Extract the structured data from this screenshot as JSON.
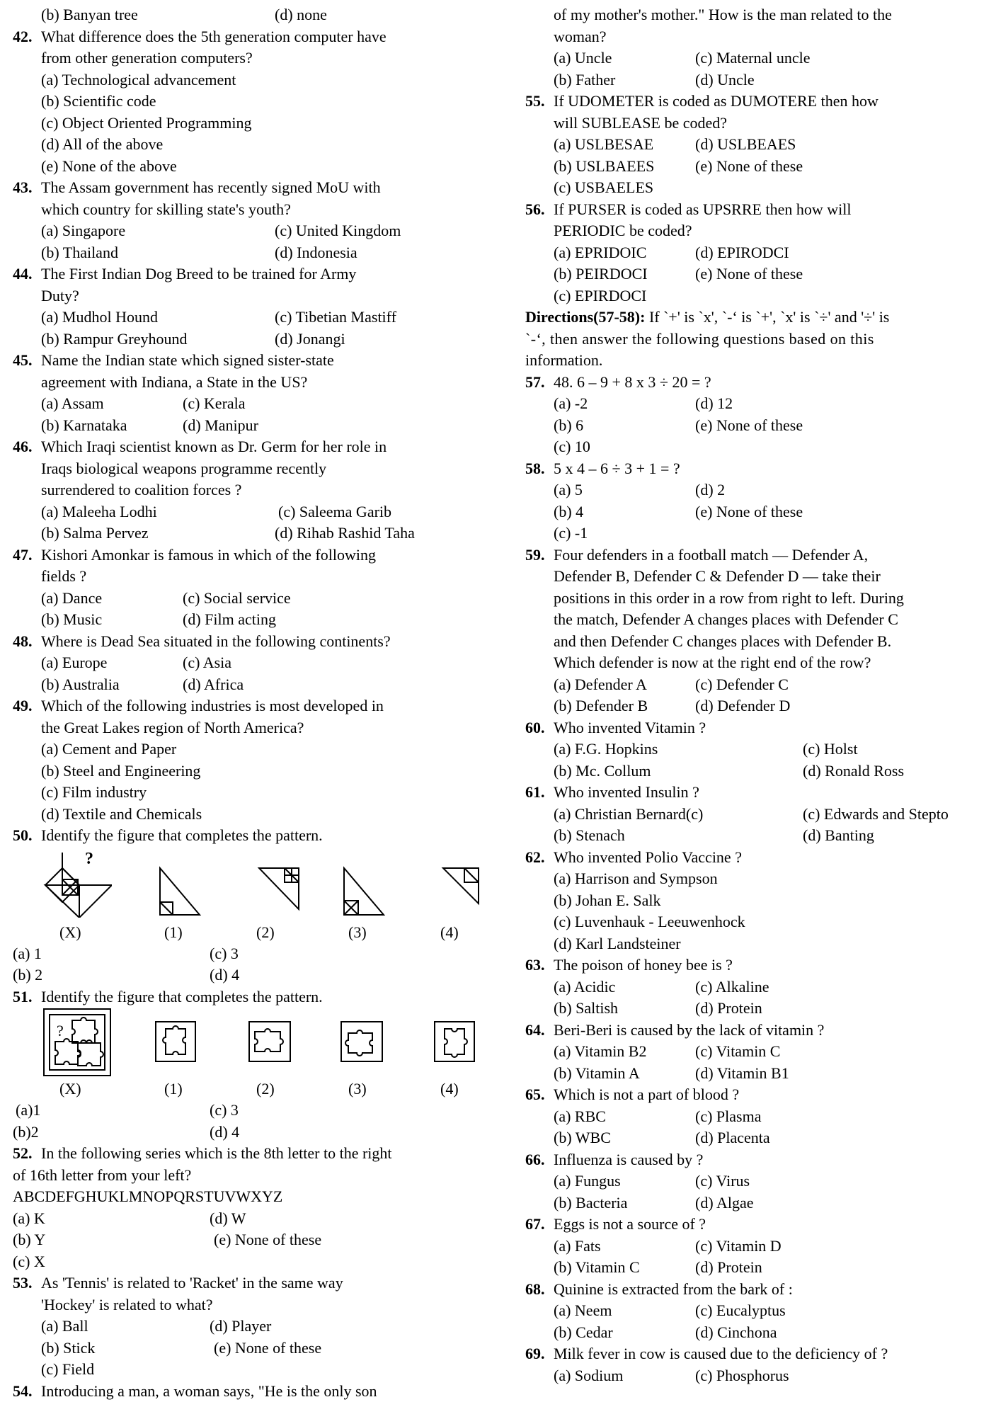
{
  "left_column": {
    "top_options": {
      "b": "(b)  Banyan tree",
      "d": "(d)  none"
    },
    "q42": {
      "num": "42.",
      "text1": "What difference does the 5th generation computer have",
      "text2": "from other generation computers?",
      "options": [
        "(a)  Technological advancement",
        "(b)  Scientific code",
        "(c)  Object Oriented Programming",
        "(d)  All of the above",
        "(e)  None of the above"
      ]
    },
    "q43": {
      "num": "43.",
      "text1": "The Assam government has recently signed MoU with",
      "text2": "which country for skilling state's youth?",
      "a": "(a)  Singapore",
      "c": "(c) United Kingdom",
      "b": "(b)  Thailand",
      "d": "(d)  Indonesia"
    },
    "q44": {
      "num": "44.",
      "text1": "The First Indian Dog Breed to be trained for Army",
      "text2": "Duty?",
      "a": "(a)  Mudhol Hound",
      "c": "(c)  Tibetian Mastiff",
      "b": "(b)  Rampur Greyhound",
      "d": "(d)  Jonangi"
    },
    "q45": {
      "num": "45.",
      "text1": "Name the Indian state which signed sister-state",
      "text2": "agreement with Indiana, a State in the US?",
      "a": "(a)  Assam",
      "c": "(c)  Kerala",
      "b": "(b)  Karnataka",
      "d": "(d)  Manipur"
    },
    "q46": {
      "num": "46.",
      "text1": "Which Iraqi scientist known as Dr. Germ for her role in",
      "text2": "Iraqs biological weapons programme recently",
      "text3": "surrendered to coalition forces ?",
      "a": "(a)  Maleeha Lodhi",
      "c": "(c)  Saleema Garib",
      "b": "(b)  Salma Pervez",
      "d": "(d)  Rihab Rashid Taha"
    },
    "q47": {
      "num": "47.",
      "text1": "Kishori Amonkar is famous in which of the following",
      "text2": "fields ?",
      "a": "(a)  Dance",
      "c": "(c)  Social service",
      "b": "(b)  Music",
      "d": "(d)  Film acting"
    },
    "q48": {
      "num": "48.",
      "text1": "Where is Dead Sea situated in the following continents?",
      "a": "(a) Europe",
      "c": "(c)  Asia",
      "b": "(b) Australia",
      "d": "(d)  Africa"
    },
    "q49": {
      "num": "49.",
      "text1": "Which of the following industries is most developed in",
      "text2": "the Great Lakes region of North America?",
      "options": [
        "(a) Cement and Paper",
        "(b) Steel and Engineering",
        "(c) Film industry",
        "(d) Textile and Chemicals"
      ]
    },
    "q50": {
      "num": "50.",
      "text1": "Identify the figure that completes the pattern.",
      "qmark": "?",
      "labels": [
        "(X)",
        "(1)",
        "(2)",
        "(3)",
        "(4)"
      ],
      "a": "(a) 1",
      "c": "(c) 3",
      "b": "(b) 2",
      "d": "(d) 4"
    },
    "q51": {
      "num": "51.",
      "text1": "Identify the figure that completes the pattern.",
      "qmark": "?",
      "labels": [
        "(X)",
        "(1)",
        "(2)",
        "(3)",
        "(4)"
      ],
      "a": "(a)1",
      "c": "(c) 3",
      "b": "(b)2",
      "d": "(d) 4"
    },
    "q52": {
      "num": "52.",
      "text1": "In the following series which is the 8th letter to the right",
      "text2": "of 16th letter from your left?",
      "text3": "ABCDEFGHUKLMNOPQRSTUVWXYZ",
      "a": "(a) K",
      "d": "(d) W",
      "b": "(b) Y",
      "e": "(e) None of these",
      "c": "(c) X"
    },
    "q53": {
      "num": "53.",
      "text1": "As 'Tennis' is related to 'Racket' in the same way",
      "text2": "'Hockey' is related to what?",
      "a": "(a) Ball",
      "d": "(d) Player",
      "b": "(b) Stick",
      "e": "(e) None of these",
      "c": "(c) Field"
    },
    "q54": {
      "num": "54.",
      "text1": "Introducing a man, a woman says, \"He is the only son"
    }
  },
  "right_column": {
    "q54_cont": {
      "text1": "of my mother's mother.\" How is the man related to the",
      "text2": "woman?",
      "a": "(a) Uncle",
      "c": "(c) Maternal uncle",
      "b": "(b) Father",
      "d": "(d) Uncle"
    },
    "q55": {
      "num": "55.",
      "text1": "If UDOMETER is coded as DUMOTERE then how",
      "text2": "will SUBLEASE be coded?",
      "a": "(a) USLBESAE",
      "d": "(d) USLBEAES",
      "b": "(b) USLBAEES",
      "e": "(e) None of these",
      "c": "(c) USBAELES"
    },
    "q56": {
      "num": "56.",
      "text1": "If PURSER is coded as UPSRRE then how will",
      "text2": "PERIODIC be coded?",
      "a": "(a) EPRIDOIC",
      "d": "(d) EPIRODCI",
      "b": "(b) PEIRDOCI",
      "e": "(e) None of these",
      "c": "(c) EPIRDOCI"
    },
    "directions": {
      "label": "Directions(57-58):",
      "text1": " If `+' is `x', `-‘ is `+', `x' is `÷' and '÷' is",
      "text2": "`-‘, then answer the following questions based on this",
      "text3": "information."
    },
    "q57": {
      "num": "57.",
      "text1": "48. 6 – 9 + 8 x 3 ÷ 20 = ?",
      "a": "(a)  -2",
      "d": "(d) 12",
      "b": "(b)  6",
      "e": "(e) None of these",
      "c": "(c)  10"
    },
    "q58": {
      "num": "58.",
      "text1": "5 x 4 – 6 ÷ 3 + 1 = ?",
      "a": "(a)  5",
      "d": "(d) 2",
      "b": "(b)  4",
      "e": "(e) None of these",
      "c": "(c)  -1"
    },
    "q59": {
      "num": "59.",
      "lines": [
        "Four defenders in a football match — Defender A,",
        "Defender B, Defender C & Defender D — take their",
        "positions in this order in a row from right to left. During",
        "the match, Defender A changes places with Defender C",
        "and then Defender C changes places with Defender B.",
        "Which defender is now at the right end of the row?"
      ],
      "a": "(a) Defender A",
      "c": "(c) Defender C",
      "b": "(b) Defender B",
      "d": "(d) Defender D"
    },
    "q60": {
      "num": "60.",
      "text1": "Who invented Vitamin ?",
      "a": "(a)  F.G. Hopkins",
      "c": "(c) Holst",
      "b": "(b)  Mc. Collum",
      "d": "(d) Ronald Ross"
    },
    "q61": {
      "num": "61.",
      "text1": "Who invented Insulin ?",
      "a": "(a)  Christian Bernard(c)",
      "c": "(c) Edwards and Stepto",
      "b": "(b)  Stenach",
      "d": "(d) Banting"
    },
    "q62": {
      "num": "62.",
      "text1": "Who invented Polio Vaccine ?",
      "options": [
        "(a)  Harrison and Sympson",
        "(b)  Johan E. Salk",
        "(c)  Luvenhauk - Leeuwenhock",
        "(d)  Karl Landsteiner"
      ]
    },
    "q63": {
      "num": "63.",
      "text1": "The poison of honey bee is ?",
      "a": "(a)  Acidic",
      "c": "(c) Alkaline",
      "b": "(b)  Saltish",
      "d": "(d) Protein"
    },
    "q64": {
      "num": "64.",
      "text1": "Beri-Beri is caused by the lack of vitamin ?",
      "a": "(a)  Vitamin B2",
      "c": "(c) Vitamin C",
      "b": "(b)  Vitamin A",
      "d": "(d) Vitamin B1"
    },
    "q65": {
      "num": "65.",
      "text1": "Which is not a part of blood ?",
      "a": "(a)  RBC",
      "c": "(c) Plasma",
      "b": "(b)  WBC",
      "d": "(d) Placenta"
    },
    "q66": {
      "num": "66.",
      "text1": "Influenza is caused by ?",
      "a": "(a)  Fungus",
      "c": "(c) Virus",
      "b": "(b)  Bacteria",
      "d": "(d) Algae"
    },
    "q67": {
      "num": "67.",
      "text1": "Eggs is not a source of ?",
      "a": "(a)  Fats",
      "c": "(c) Vitamin D",
      "b": "(b)  Vitamin C",
      "d": "(d) Protein"
    },
    "q68": {
      "num": "68.",
      "text1": "Quinine is extracted from the bark of :",
      "a": "(a)  Neem",
      "c": "(c) Eucalyptus",
      "b": "(b)  Cedar",
      "d": "(d) Cinchona"
    },
    "q69": {
      "num": "69.",
      "text1": "Milk fever in cow is caused due to the deficiency of ?",
      "a": "(a)  Sodium",
      "c": "(c) Phosphorus"
    }
  }
}
